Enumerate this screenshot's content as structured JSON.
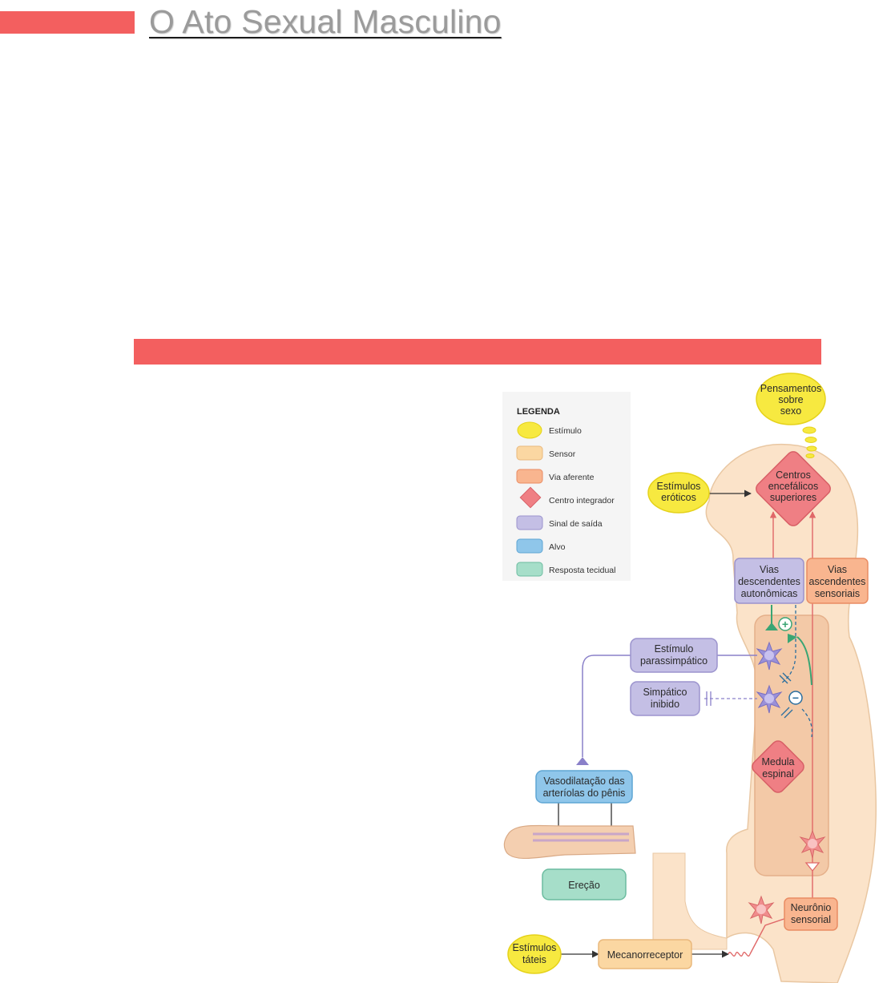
{
  "title": "O Ato Sexual Masculino",
  "colors": {
    "accent": "#f35f5f",
    "stimulus": "#f7e940",
    "sensor": "#fbd7a2",
    "afferent": "#f9b58f",
    "integrator": "#ef7f84",
    "output": "#c4bfe5",
    "target": "#8fc6ea",
    "tissue": "#a6dec9",
    "body": "#fbe3c9"
  },
  "legend": {
    "title": "LEGENDA",
    "items": [
      {
        "label": "Estímulo"
      },
      {
        "label": "Sensor"
      },
      {
        "label": "Via aferente"
      },
      {
        "label": "Centro integrador"
      },
      {
        "label": "Sinal de saída"
      },
      {
        "label": "Alvo"
      },
      {
        "label": "Resposta tecidual"
      }
    ]
  },
  "diagram": {
    "thoughts": [
      "Pensamentos",
      "sobre",
      "sexo"
    ],
    "erotic": [
      "Estímulos",
      "eróticos"
    ],
    "brain_centers": [
      "Centros",
      "encefálicos",
      "superiores"
    ],
    "descending": [
      "Vias",
      "descendentes",
      "autonômicas"
    ],
    "ascending": [
      "Vias",
      "ascendentes",
      "sensoriais"
    ],
    "plus": "+",
    "minus": "−",
    "parasympathetic": [
      "Estímulo",
      "parassimpático"
    ],
    "sympathetic": [
      "Simpático",
      "inibido"
    ],
    "spinal": [
      "Medula",
      "espinal"
    ],
    "vasodilation": [
      "Vasodilatação das",
      "arteríolas do pênis"
    ],
    "erection": "Ereção",
    "sensory_neuron": [
      "Neurônio",
      "sensorial"
    ],
    "tactile": [
      "Estímulos",
      "táteis"
    ],
    "mechanoreceptor": "Mecanorreceptor"
  }
}
